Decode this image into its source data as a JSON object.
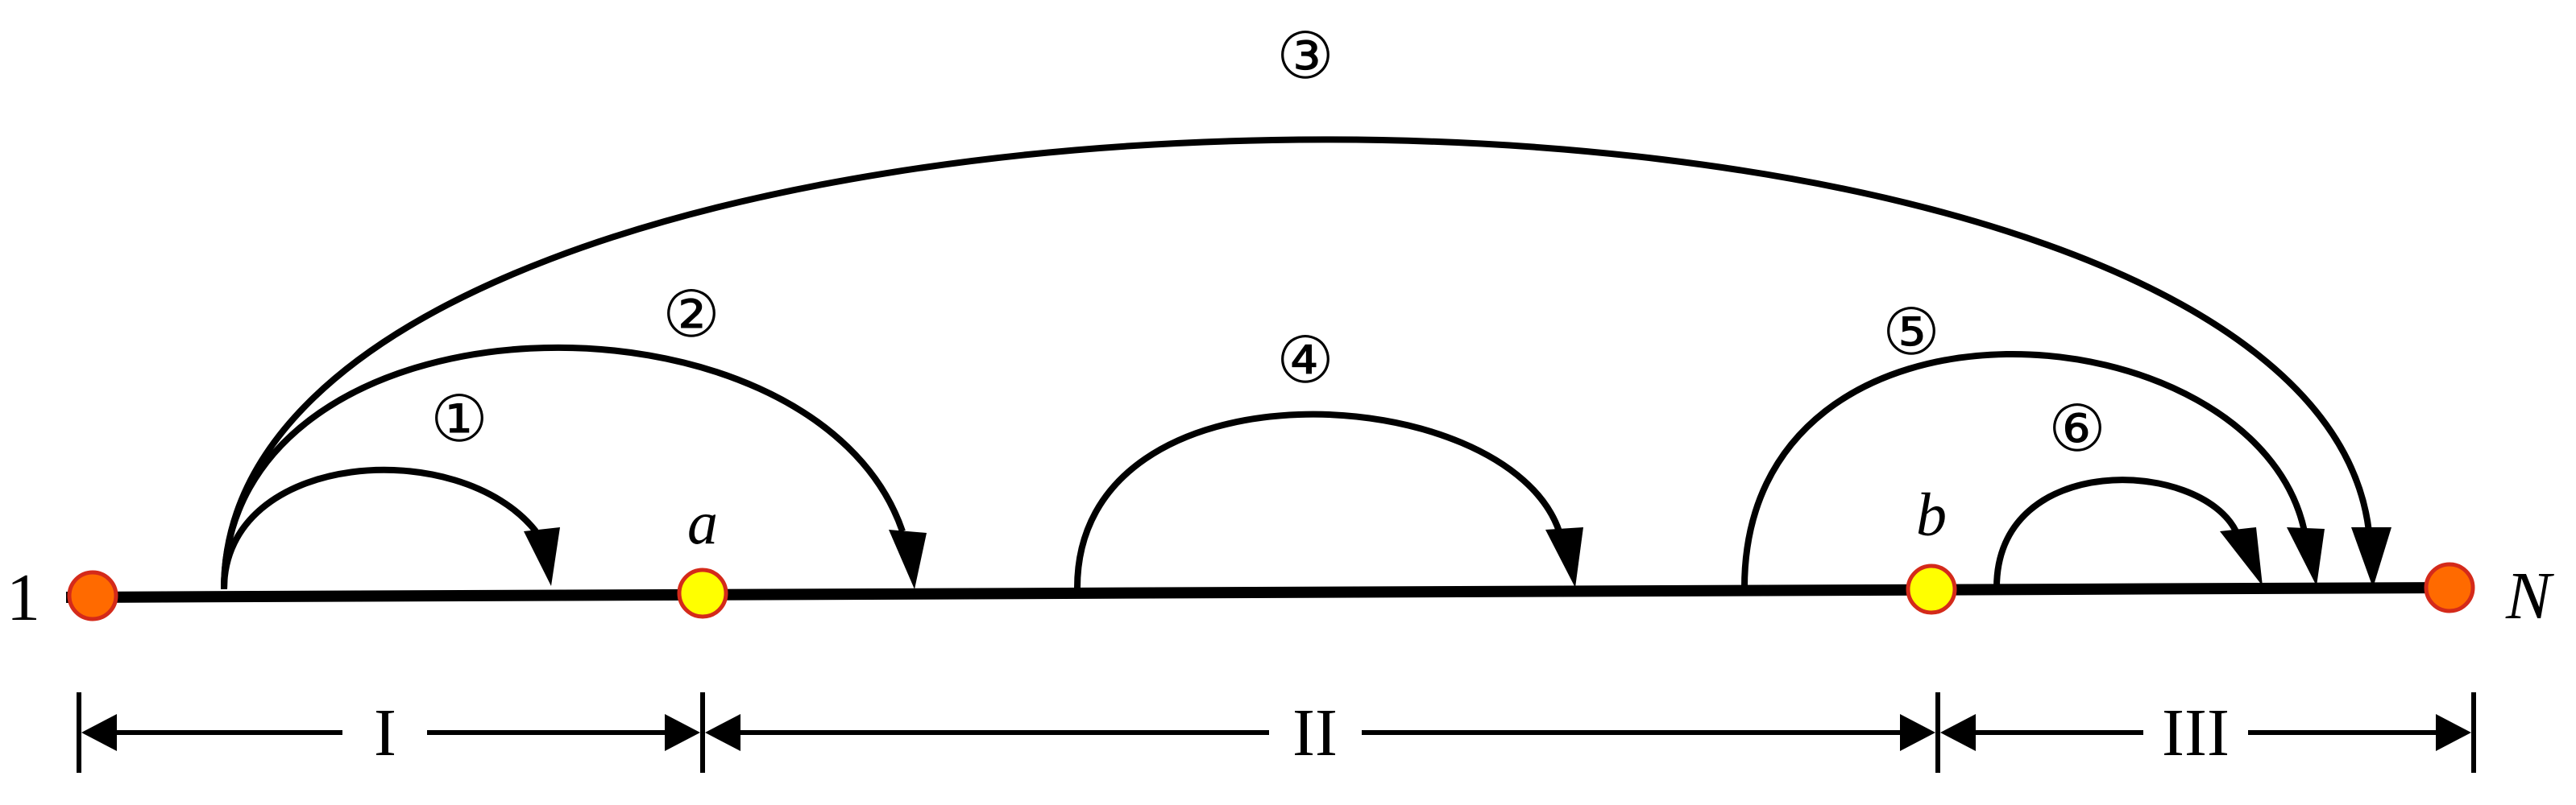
{
  "colors": {
    "line": "#000000",
    "endpoint_fill": "#ff6a00",
    "endpoint_stroke": "#d42a1a",
    "midpoint_fill": "#ffff00",
    "midpoint_stroke": "#d42a1a"
  },
  "nodes": {
    "start": {
      "label": "1"
    },
    "a": {
      "label": "a"
    },
    "b": {
      "label": "b"
    },
    "end": {
      "label": "N"
    }
  },
  "arcs": [
    {
      "label": "①"
    },
    {
      "label": "②"
    },
    {
      "label": "③"
    },
    {
      "label": "④"
    },
    {
      "label": "⑤"
    },
    {
      "label": "⑥"
    }
  ],
  "intervals": [
    {
      "label": "I"
    },
    {
      "label": "II"
    },
    {
      "label": "III"
    }
  ]
}
